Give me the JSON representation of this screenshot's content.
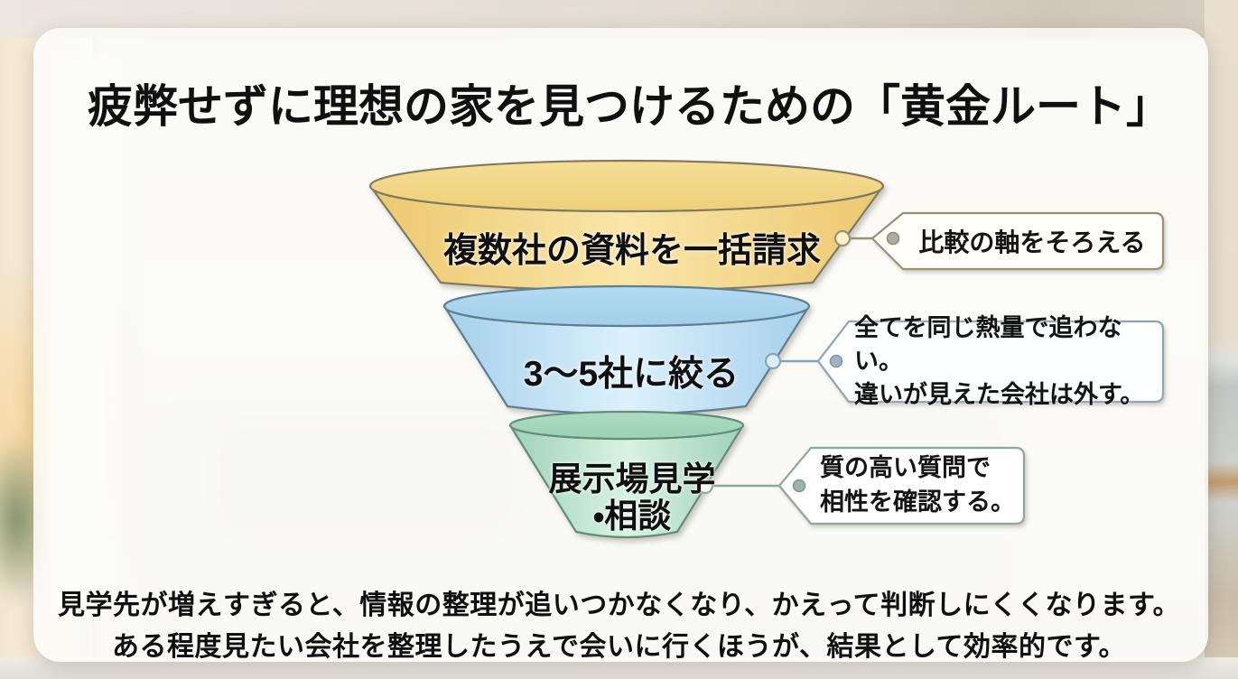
{
  "slide": {
    "title": "疲弊せずに理想の家を見つけるための「黄金ルート」",
    "funnel": {
      "tiers": [
        {
          "label": "複数社の資料を一括請求",
          "fill_edge": "#edc86f",
          "fill_center": "#f9e6a9",
          "rim_top": "#f6de96",
          "rim_bottom": "#efcf78",
          "stroke": "#827a5e",
          "dot_fill": "#fcf3cb"
        },
        {
          "label": "3〜5社に絞る",
          "fill_edge": "#a5d0eb",
          "fill_center": "#dcf1fc",
          "rim_top": "#b3daf1",
          "rim_bottom": "#a2cfec",
          "stroke": "#607e92",
          "dot_fill": "#d9edfa"
        },
        {
          "label": "展示場見学",
          "label_line2": "・相談",
          "fill_edge": "#9fd2b6",
          "fill_center": "#d9f2e3",
          "rim_top": "#acdcc2",
          "rim_bottom": "#9cd1b3",
          "stroke": "#628e78",
          "dot_fill": "#f4fbf7"
        }
      ],
      "callouts": [
        {
          "line1": "比較の軸をそろえる",
          "line2": "",
          "border": "#9a9175",
          "pin_fill": "#aeac9f"
        },
        {
          "line1": "全てを同じ熱量で追わない。",
          "line2": "違いが見えた会社は外す。",
          "border": "#8ba6b2",
          "pin_fill": "#9fb4be"
        },
        {
          "line1": "質の高い質問で",
          "line2": "相性を確認する。",
          "border": "#8fa69d",
          "pin_fill": "#9fb3ab"
        }
      ]
    },
    "footer": {
      "line1": "見学先が増えすぎると、情報の整理が追いつかなくなり、かえって判断しにくくなります。",
      "line2": "ある程度見たい会社を整理したうえで会いに行くほうが、結果として効率的です。"
    }
  }
}
